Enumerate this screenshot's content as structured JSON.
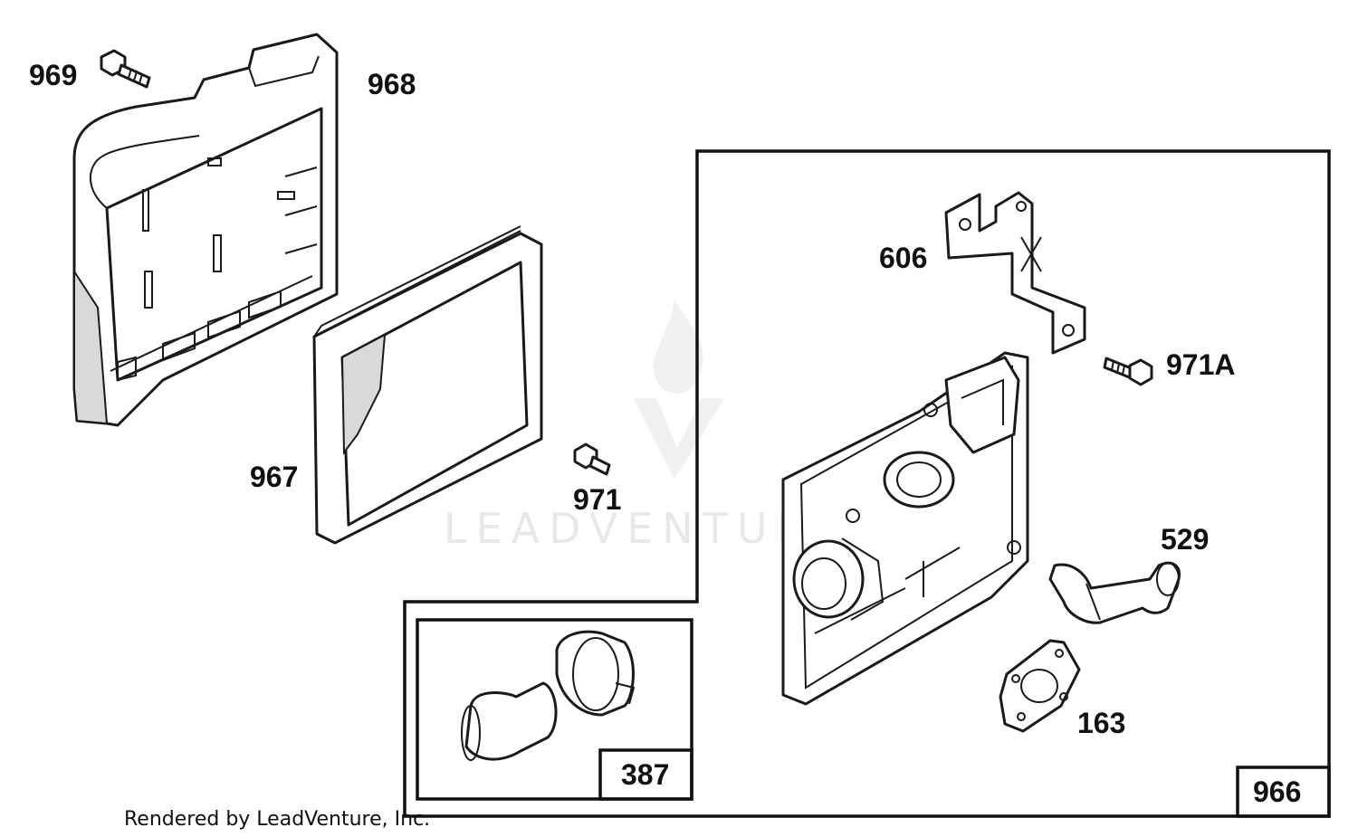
{
  "diagram": {
    "part_labels": {
      "p969": "969",
      "p968": "968",
      "p967": "967",
      "p971": "971",
      "p606": "606",
      "p971A": "971A",
      "p529": "529",
      "p163": "163"
    },
    "kit_labels": {
      "k387": "387",
      "k966": "966"
    },
    "credit": "Rendered by LeadVenture, Inc.",
    "watermark": "LEADVENTURE"
  },
  "colors": {
    "line": "#1a1a1a",
    "background": "#ffffff",
    "watermark": "#e8e8e8"
  },
  "icons": [
    "flame-v-logo"
  ]
}
